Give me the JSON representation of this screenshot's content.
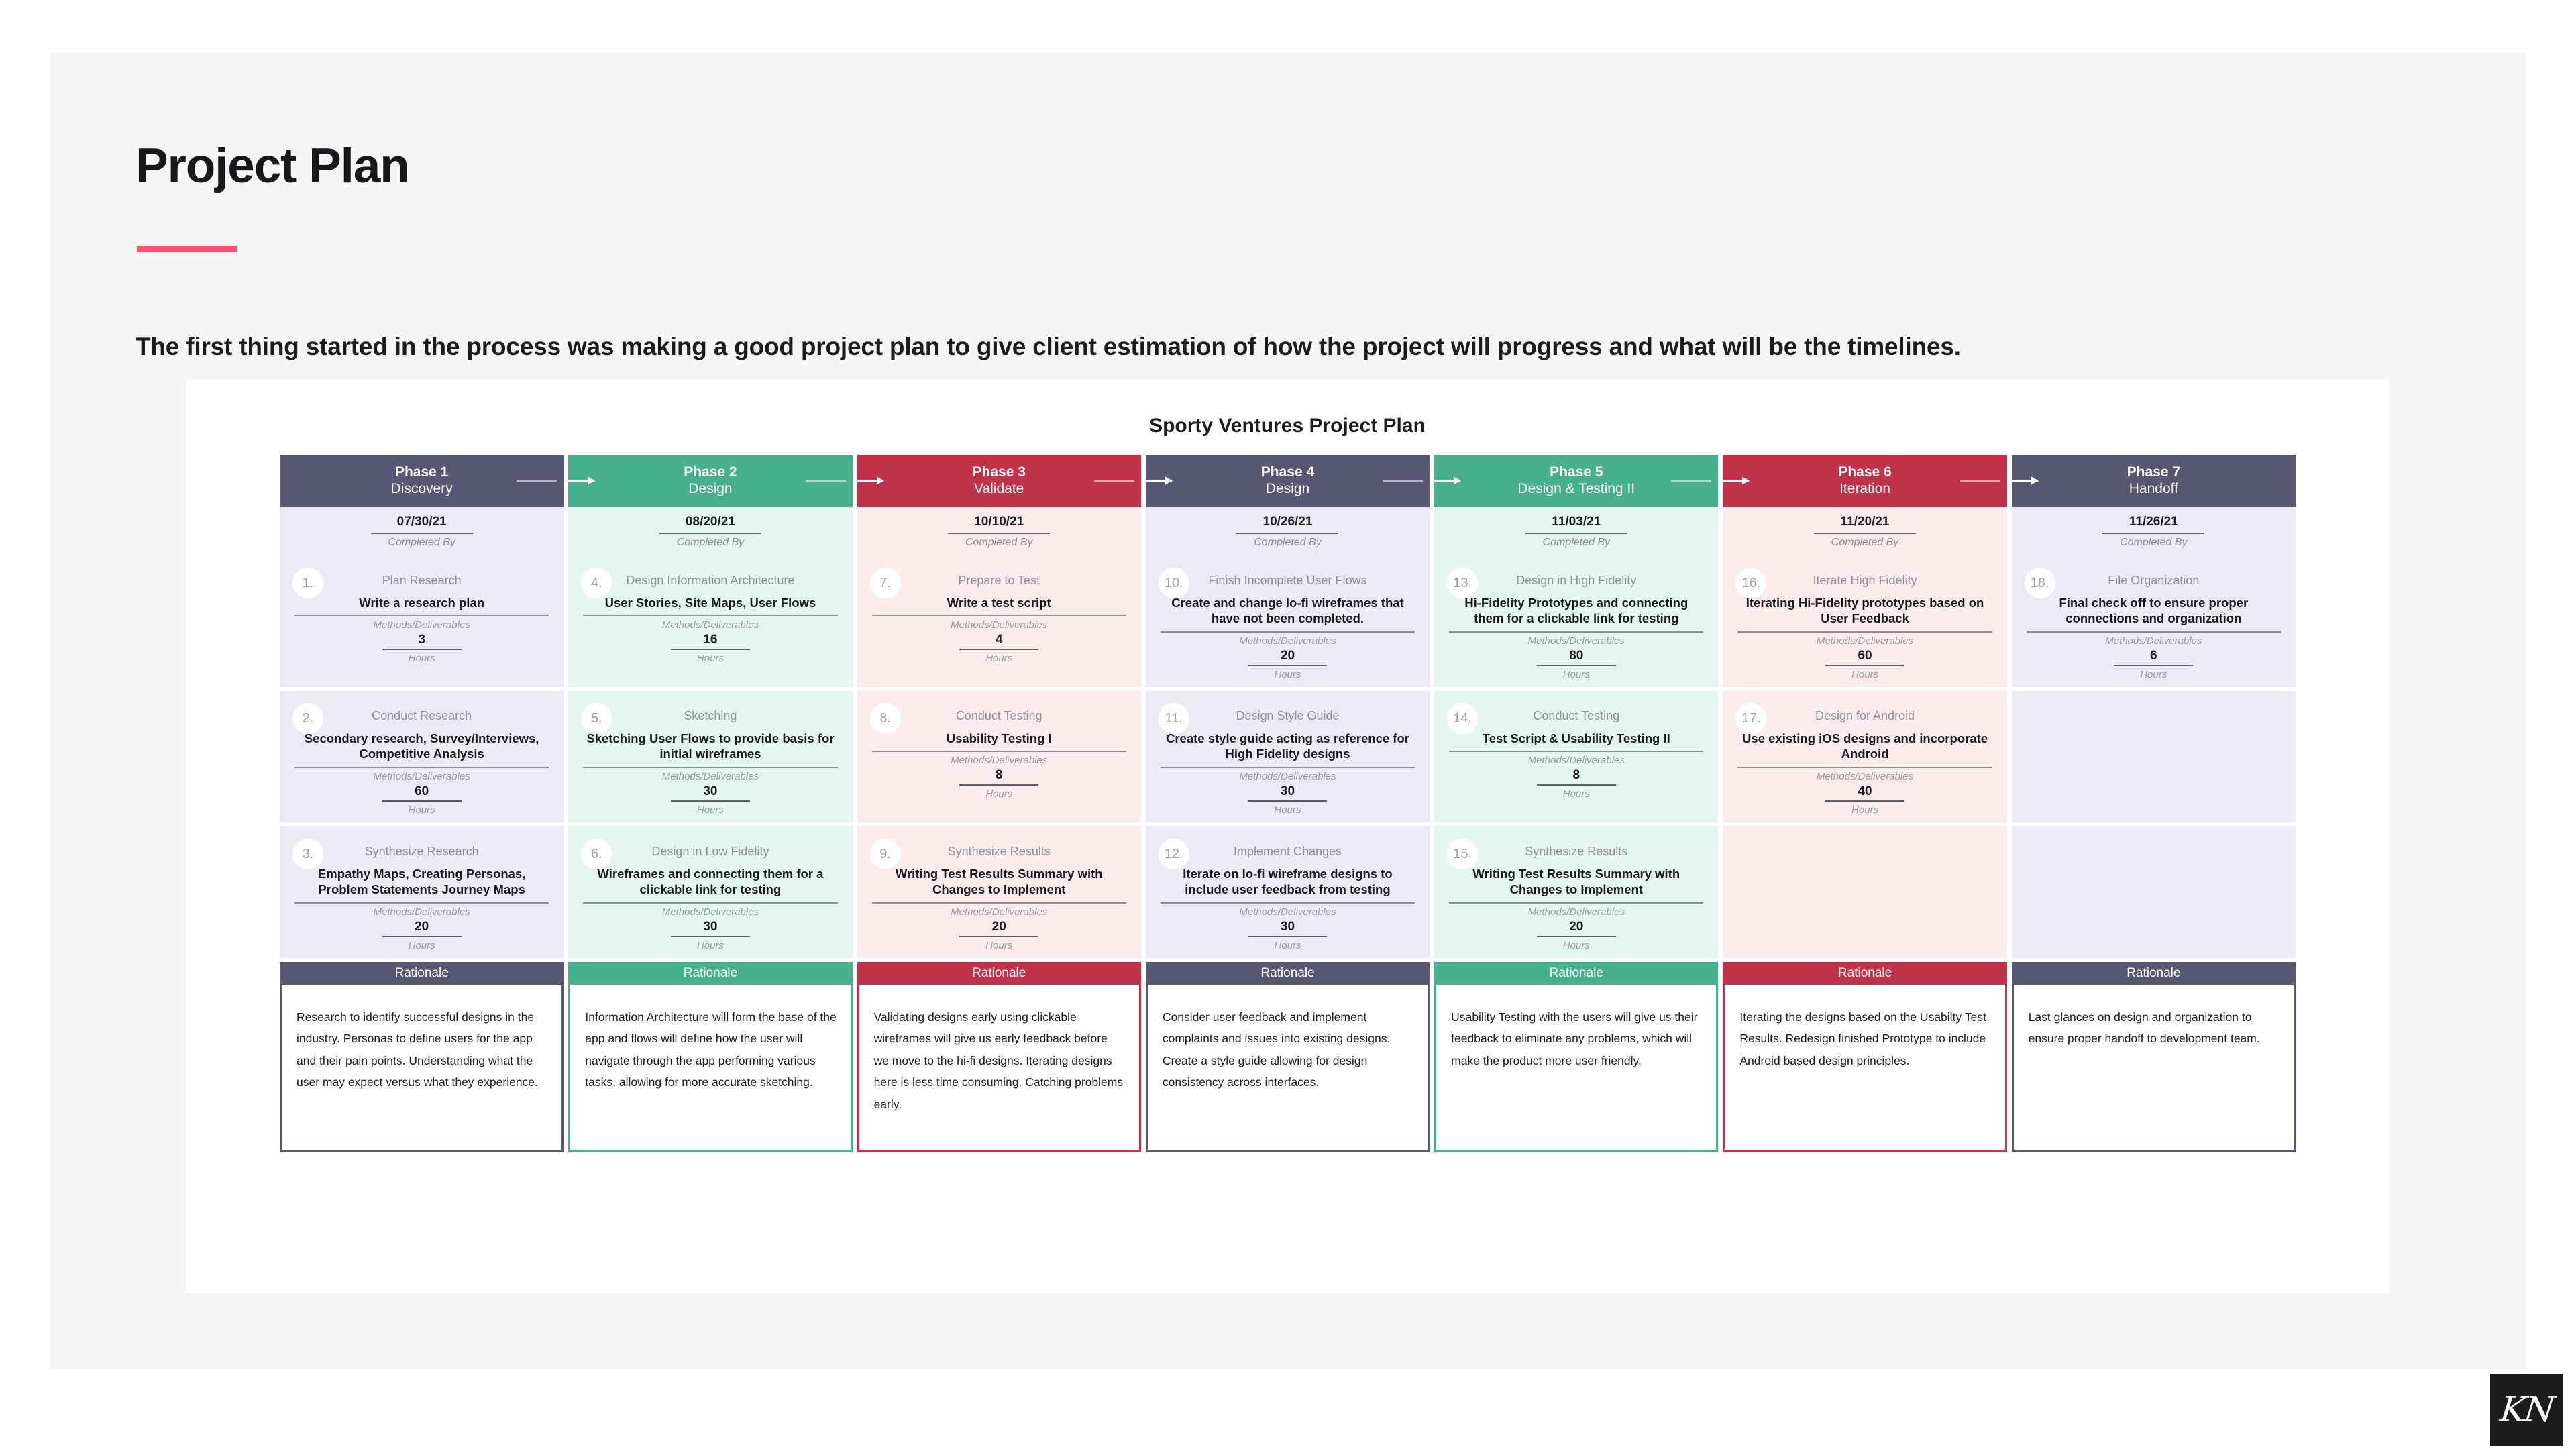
{
  "slide": {
    "title": "Project Plan",
    "subtitle": "The first thing started in the process was making a good project plan to give client estimation of how the project will progress and what will be the timelines.",
    "accent_color": "#f8536f",
    "background_color": "#f5f5f6"
  },
  "table": {
    "title": "Sporty Ventures Project Plan",
    "completed_by_label": "Completed By",
    "methods_label": "Methods/Deliverables",
    "hours_label": "Hours",
    "rationale_label": "Rationale"
  },
  "signature": {
    "monogram": "KN"
  },
  "palette": {
    "purple": "#585774",
    "green": "#48b08c",
    "red": "#c0334a",
    "purple_tint": "#eceaf7",
    "green_tint": "#e4f7ef",
    "red_tint": "#fcebec"
  },
  "phases": [
    {
      "number": "Phase 1",
      "name": "Discovery",
      "date": "07/30/21",
      "color": "#585774",
      "tint": "#eceaf7",
      "tasks": [
        {
          "num": "1.",
          "name": "Plan Research",
          "deliverable": "Write a research plan",
          "hours": "3"
        },
        {
          "num": "2.",
          "name": "Conduct Research",
          "deliverable": "Secondary research, Survey/Interviews, Competitive Analysis",
          "hours": "60"
        },
        {
          "num": "3.",
          "name": "Synthesize Research",
          "deliverable": "Empathy Maps, Creating Personas, Problem Statements Journey Maps",
          "hours": "20"
        }
      ],
      "rationale": "Research to identify successful designs in the industry. Personas to define users for the app and their pain points. Understanding what the user may expect versus what they experience."
    },
    {
      "number": "Phase 2",
      "name": "Design",
      "date": "08/20/21",
      "color": "#48b08c",
      "tint": "#e4f7ef",
      "tasks": [
        {
          "num": "4.",
          "name": "Design Information Architecture",
          "deliverable": "User Stories, Site Maps, User Flows",
          "hours": "16"
        },
        {
          "num": "5.",
          "name": "Sketching",
          "deliverable": "Sketching User Flows to provide basis for initial wireframes",
          "hours": "30"
        },
        {
          "num": "6.",
          "name": "Design in Low Fidelity",
          "deliverable": "Wireframes and connecting them for a clickable link for testing",
          "hours": "30"
        }
      ],
      "rationale": "Information Architecture will form the base of the app and flows will define how the user will navigate through the app performing various tasks, allowing for more accurate sketching."
    },
    {
      "number": "Phase 3",
      "name": "Validate",
      "date": "10/10/21",
      "color": "#c0334a",
      "tint": "#fcebec",
      "tasks": [
        {
          "num": "7.",
          "name": "Prepare to Test",
          "deliverable": "Write a test script",
          "hours": "4"
        },
        {
          "num": "8.",
          "name": "Conduct Testing",
          "deliverable": "Usability Testing I",
          "hours": "8"
        },
        {
          "num": "9.",
          "name": "Synthesize Results",
          "deliverable": "Writing Test Results Summary with Changes to Implement",
          "hours": "20"
        }
      ],
      "rationale": "Validating designs early using clickable wireframes will give us early feedback before we move to the hi-fi designs. Iterating designs here is less time consuming. Catching problems early."
    },
    {
      "number": "Phase 4",
      "name": "Design",
      "date": "10/26/21",
      "color": "#585774",
      "tint": "#eceaf7",
      "tasks": [
        {
          "num": "10.",
          "name": "Finish Incomplete User Flows",
          "deliverable": "Create and change lo-fi wireframes that have not been completed.",
          "hours": "20"
        },
        {
          "num": "11.",
          "name": "Design Style Guide",
          "deliverable": "Create style guide acting as reference for High Fidelity designs",
          "hours": "30"
        },
        {
          "num": "12.",
          "name": "Implement Changes",
          "deliverable": "Iterate on lo-fi wireframe designs to include user feedback from testing",
          "hours": "30"
        }
      ],
      "rationale": "Consider user feedback and implement complaints and issues into existing designs. Create a style guide allowing for design consistency across interfaces."
    },
    {
      "number": "Phase 5",
      "name": "Design & Testing II",
      "date": "11/03/21",
      "color": "#48b08c",
      "tint": "#e4f7ef",
      "tasks": [
        {
          "num": "13.",
          "name": "Design in High Fidelity",
          "deliverable": "Hi-Fidelity Prototypes and connecting them for a clickable link for testing",
          "hours": "80"
        },
        {
          "num": "14.",
          "name": "Conduct Testing",
          "deliverable": "Test Script & Usability Testing II",
          "hours": "8"
        },
        {
          "num": "15.",
          "name": "Synthesize Results",
          "deliverable": "Writing Test Results Summary with Changes to Implement",
          "hours": "20"
        }
      ],
      "rationale": "Usability Testing with the users will give us their feedback to eliminate any problems, which will make the product more user friendly."
    },
    {
      "number": "Phase 6",
      "name": "Iteration",
      "date": "11/20/21",
      "color": "#c0334a",
      "tint": "#fcebec",
      "tasks": [
        {
          "num": "16.",
          "name": "Iterate High Fidelity",
          "deliverable": "Iterating Hi-Fidelity prototypes based on User Feedback",
          "hours": "60"
        },
        {
          "num": "17.",
          "name": "Design for Android",
          "deliverable": "Use existing iOS designs and incorporate Android",
          "hours": "40"
        }
      ],
      "rationale": "Iterating the designs based on the Usabilty Test Results. Redesign finished Prototype to include Android based design principles."
    },
    {
      "number": "Phase 7",
      "name": "Handoff",
      "date": "11/26/21",
      "color": "#585774",
      "tint": "#eceaf7",
      "tasks": [
        {
          "num": "18.",
          "name": "File Organization",
          "deliverable": "Final check off to ensure proper connections and organization",
          "hours": "6"
        }
      ],
      "rationale": "Last glances on design and organization to ensure proper handoff to development team."
    }
  ]
}
